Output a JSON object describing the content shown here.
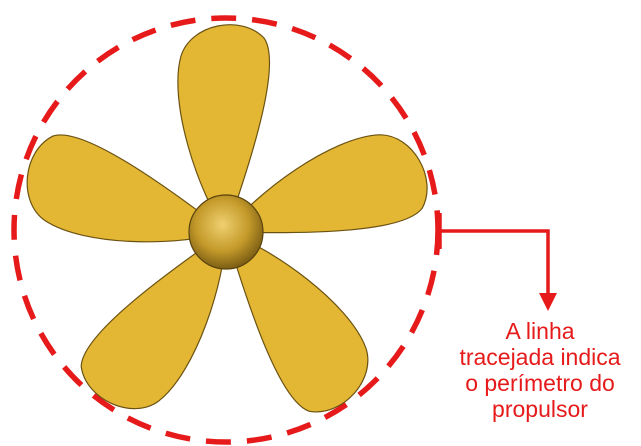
{
  "annotation": {
    "lines": [
      "A linha",
      "tracejada indica",
      "o perímetro do",
      "propulsor"
    ]
  },
  "colors": {
    "perimeter": "#e61a1a",
    "blade": "#d8a929",
    "blade_edge": "#6b5212",
    "hub": "#c49a2a",
    "hub_dark": "#6e5210",
    "hub_light": "#f0d070",
    "annotation_text": "#e61a1a"
  },
  "propeller": {
    "blade_count": 5
  }
}
